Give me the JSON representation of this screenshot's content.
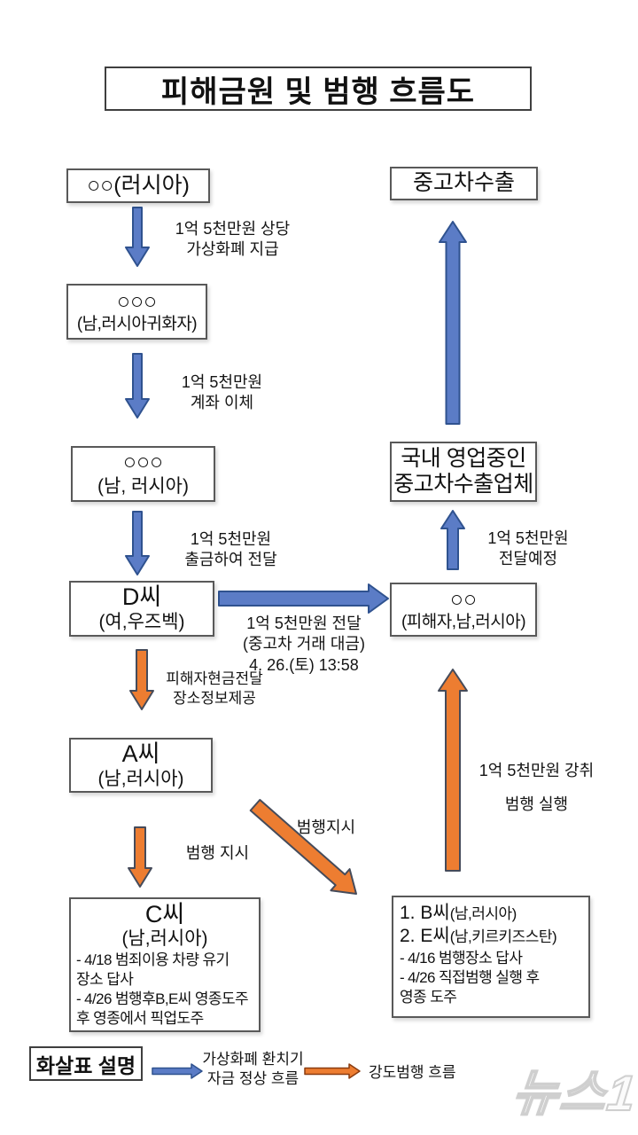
{
  "title": "피해금원 및 범행 흐름도",
  "nodes": {
    "russia": "○○(러시아)",
    "naturalized_name": "○○○",
    "naturalized_info": "(남,러시아귀화자)",
    "russian_male_name": "○○○",
    "russian_male_info": "(남, 러시아)",
    "d_name": "D씨",
    "d_info": "(여,우즈벡)",
    "a_name": "A씨",
    "a_info": "(남,러시아)",
    "export": "중고차수출",
    "dealer": "국내 영업중인\n중고차수출업체",
    "victim_name": "○○",
    "victim_info": "(피해자,남,러시아)"
  },
  "c_box": {
    "name": "C씨",
    "info": "(남,러시아)",
    "detail1": "- 4/18 범죄이용 차량 유기",
    "detail2": "장소 답사",
    "detail3": "- 4/26 범행후B,E씨 영종도주",
    "detail4": "후 영종에서 픽업도주"
  },
  "be_box": {
    "line1_name": "1. B씨",
    "line1_info": "(남,러시아)",
    "line2_name": "2. E씨",
    "line2_info": "(남,키르키즈스탄)",
    "detail1": "- 4/16 범행장소 답사",
    "detail2": "- 4/26 직접범행 실행 후",
    "detail3": "영종 도주"
  },
  "arrow_labels": {
    "crypto": "1억 5천만원 상당\n가상화폐 지급",
    "transfer": "1억 5천만원\n계좌 이체",
    "withdraw": "1억 5천만원\n출금하여 전달",
    "deliver": "1억 5천만원 전달\n(중고차 거래 대금)\n4. 26.(토) 13:58",
    "cash_info": "피해자현금전달\n장소정보제공",
    "order_down": "범행 지시",
    "order_diag": "범행지시",
    "planned": "1억 5천만원\n전달예정",
    "rob": "1억 5천만원 강취",
    "execute": "범행 실행"
  },
  "legend": {
    "title": "화살표 설명",
    "blue": "가상화폐 환치기\n자금 정상 흐름",
    "orange": "강도범행 흐름"
  },
  "watermark": "뉴스1",
  "colors": {
    "blue_arrow_fill": "#5b7cc6",
    "blue_arrow_border": "#2f528f",
    "orange_arrow_fill": "#ed7d31",
    "orange_arrow_border": "#454b5a",
    "box_border": "#595959"
  }
}
